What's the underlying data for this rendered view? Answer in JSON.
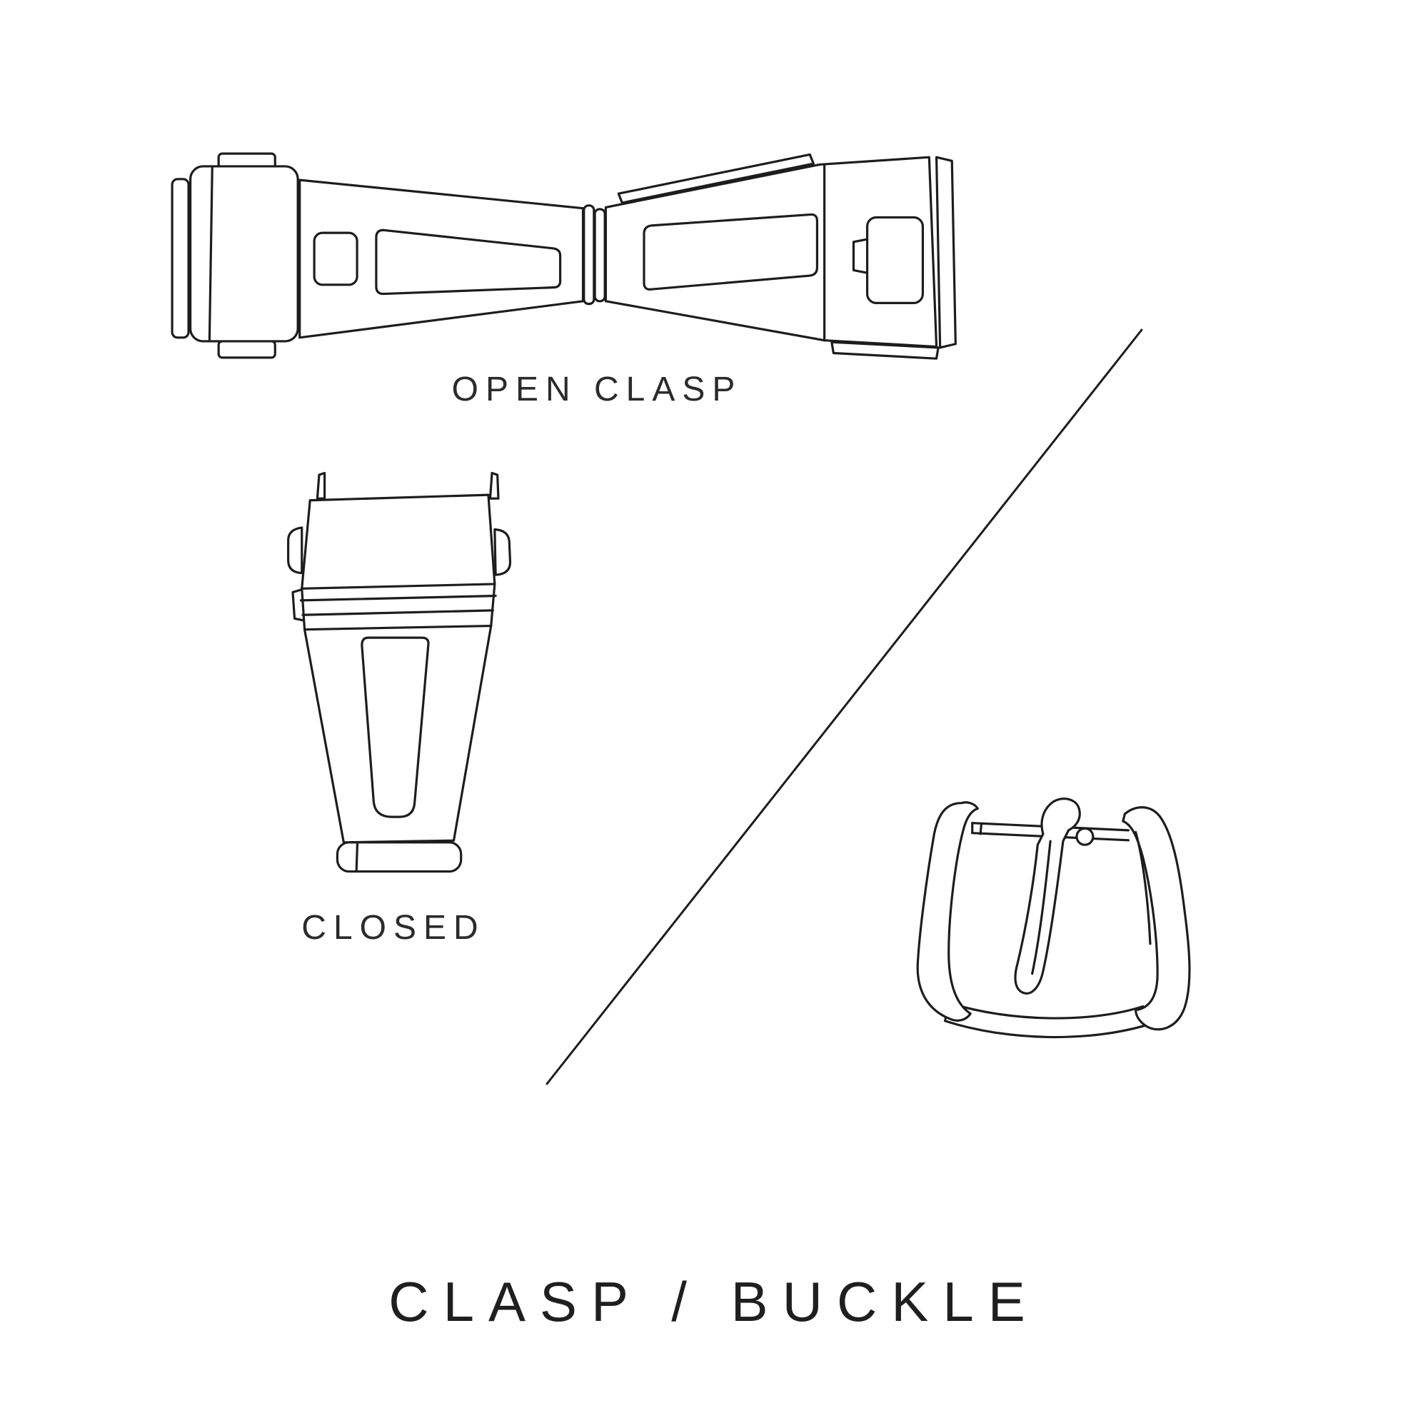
{
  "title": "CLASP / BUCKLE",
  "figures": [
    {
      "id": "open-clasp",
      "label": "OPEN CLASP"
    },
    {
      "id": "closed-clasp",
      "label": "CLOSED"
    },
    {
      "id": "tang-buckle",
      "label": ""
    }
  ],
  "colors": {
    "background": "#ffffff",
    "line": "#1d1d1d",
    "text": "#2b2b2b"
  }
}
